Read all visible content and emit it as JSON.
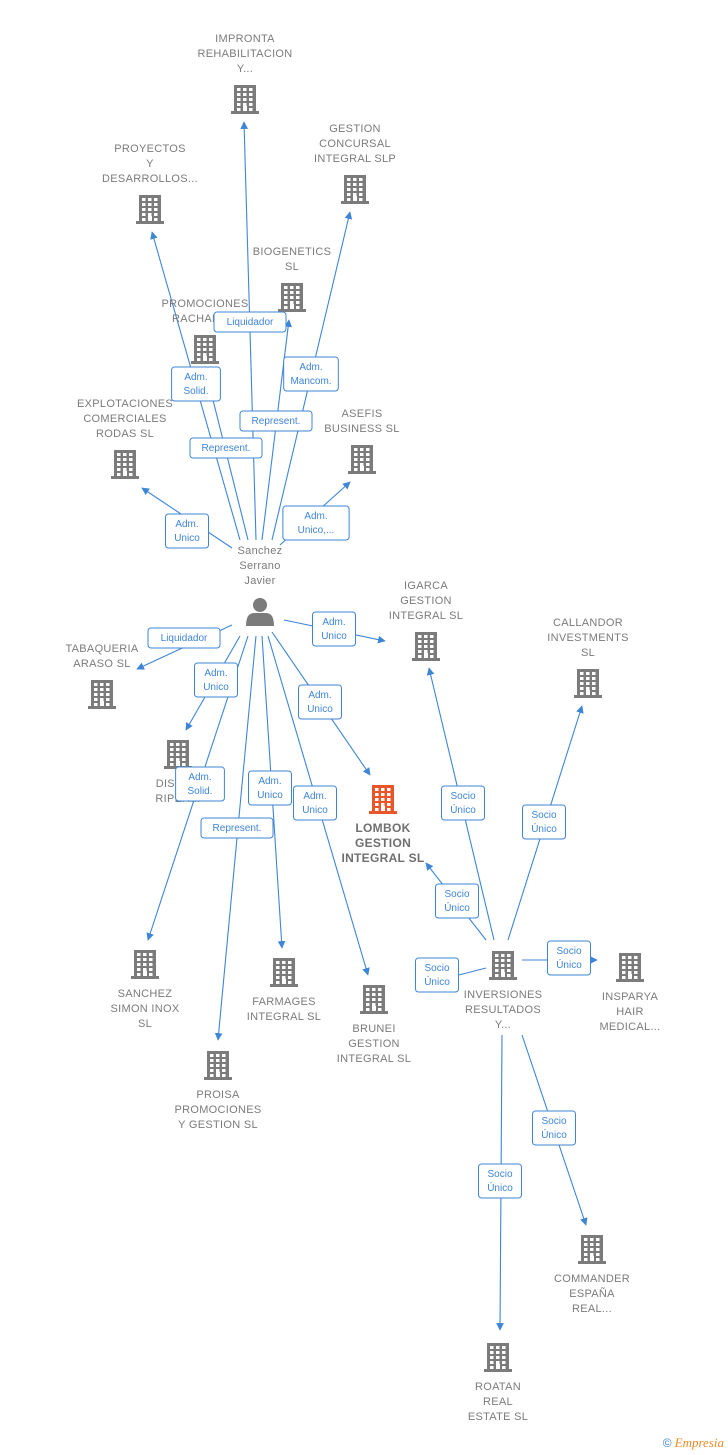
{
  "colors": {
    "edge": "#3f85d6",
    "node": "#7b7b7b",
    "highlight": "#e8562a",
    "person": "#7b7b7b"
  },
  "footer": {
    "copyright": "©",
    "brand": "Empresia"
  },
  "nodes": [
    {
      "id": "impronta",
      "kind": "company",
      "lines": [
        "IMPRONTA",
        "REHABILITACION",
        "Y..."
      ]
    },
    {
      "id": "proyectos",
      "kind": "company",
      "lines": [
        "PROYECTOS",
        "Y",
        "DESARROLLOS..."
      ]
    },
    {
      "id": "gestion-concursal",
      "kind": "company",
      "lines": [
        "GESTION",
        "CONCURSAL",
        "INTEGRAL SLP"
      ]
    },
    {
      "id": "biogenetics",
      "kind": "company",
      "lines": [
        "BIOGENETICS",
        "SL"
      ]
    },
    {
      "id": "promociones",
      "kind": "company",
      "lines": [
        "PROMOCIONES",
        "RACHADE..."
      ]
    },
    {
      "id": "explotaciones",
      "kind": "company",
      "lines": [
        "EXPLOTACIONES",
        "COMERCIALES",
        "RODAS  SL"
      ]
    },
    {
      "id": "asefis",
      "kind": "company",
      "lines": [
        "ASEFIS",
        "BUSINESS  SL"
      ]
    },
    {
      "id": "sanchez-serrano",
      "kind": "person",
      "lines": [
        "Sanchez",
        "Serrano",
        "Javier"
      ]
    },
    {
      "id": "igarca",
      "kind": "company",
      "lines": [
        "IGARCA",
        "GESTION",
        "INTEGRAL  SL"
      ]
    },
    {
      "id": "callandor",
      "kind": "company",
      "lines": [
        "CALLANDOR",
        "INVESTMENTS",
        "SL"
      ]
    },
    {
      "id": "tabaqueria",
      "kind": "company",
      "lines": [
        "TABAQUERIA",
        "ARASO  SL"
      ]
    },
    {
      "id": "distr",
      "kind": "company",
      "lines": [
        "DISTR...",
        "RIPEN..."
      ]
    },
    {
      "id": "lombok",
      "kind": "company",
      "highlight": true,
      "lines": [
        "LOMBOK",
        "GESTION",
        "INTEGRAL  SL"
      ]
    },
    {
      "id": "sanchez-simon",
      "kind": "company",
      "lines": [
        "SANCHEZ",
        "SIMON INOX",
        "SL"
      ]
    },
    {
      "id": "farmages",
      "kind": "company",
      "lines": [
        "FARMAGES",
        "INTEGRAL  SL"
      ]
    },
    {
      "id": "brunei",
      "kind": "company",
      "lines": [
        "BRUNEI",
        "GESTION",
        "INTEGRAL  SL"
      ]
    },
    {
      "id": "inversiones",
      "kind": "company",
      "lines": [
        "INVERSIONES",
        "RESULTADOS",
        "Y..."
      ]
    },
    {
      "id": "insparya",
      "kind": "company",
      "lines": [
        "INSPARYA",
        "HAIR",
        "MEDICAL..."
      ]
    },
    {
      "id": "proisa",
      "kind": "company",
      "lines": [
        "PROISA",
        "PROMOCIONES",
        "Y GESTION  SL"
      ]
    },
    {
      "id": "commander",
      "kind": "company",
      "lines": [
        "COMMANDER",
        "ESPAÑA",
        "REAL..."
      ]
    },
    {
      "id": "roatan",
      "kind": "company",
      "lines": [
        "ROATAN",
        "REAL",
        "ESTATE  SL"
      ]
    }
  ],
  "edges": [
    {
      "from": "sanchez-serrano",
      "to": "impronta",
      "label": [
        "Liquidador"
      ]
    },
    {
      "from": "sanchez-serrano",
      "to": "proyectos",
      "label": [
        "Adm.",
        "Solid."
      ]
    },
    {
      "from": "sanchez-serrano",
      "to": "gestion-concursal",
      "label": [
        "Adm.",
        "Mancom."
      ]
    },
    {
      "from": "sanchez-serrano",
      "to": "biogenetics",
      "label": [
        "Represent."
      ]
    },
    {
      "from": "sanchez-serrano",
      "to": "promociones",
      "label": [
        "Represent."
      ]
    },
    {
      "from": "sanchez-serrano",
      "to": "explotaciones",
      "label": [
        "Adm.",
        "Unico"
      ]
    },
    {
      "from": "sanchez-serrano",
      "to": "asefis",
      "label": [
        "Adm.",
        "Unico,..."
      ]
    },
    {
      "from": "sanchez-serrano",
      "to": "igarca",
      "label": [
        "Adm.",
        "Unico"
      ]
    },
    {
      "from": "sanchez-serrano",
      "to": "tabaqueria",
      "label": [
        "Liquidador"
      ]
    },
    {
      "from": "sanchez-serrano",
      "to": "distr",
      "label": [
        "Adm.",
        "Unico"
      ]
    },
    {
      "from": "sanchez-serrano",
      "to": "lombok",
      "label": [
        "Adm.",
        "Unico"
      ]
    },
    {
      "from": "sanchez-serrano",
      "to": "sanchez-simon",
      "label": [
        "Adm.",
        "Solid."
      ]
    },
    {
      "from": "sanchez-serrano",
      "to": "farmages",
      "label": [
        "Adm.",
        "Unico"
      ]
    },
    {
      "from": "sanchez-serrano",
      "to": "brunei",
      "label": [
        "Adm.",
        "Unico"
      ]
    },
    {
      "from": "sanchez-serrano",
      "to": "proisa",
      "label": [
        "Represent."
      ]
    },
    {
      "from": "inversiones",
      "to": "igarca",
      "label": [
        "Socio",
        "Único"
      ]
    },
    {
      "from": "inversiones",
      "to": "callandor",
      "label": [
        "Socio",
        "Único"
      ]
    },
    {
      "from": "inversiones",
      "to": "lombok",
      "label": [
        "Socio",
        "Único"
      ]
    },
    {
      "from": "inversiones",
      "to": "brunei",
      "label": [
        "Socio",
        "Único"
      ]
    },
    {
      "from": "inversiones",
      "to": "insparya",
      "label": [
        "Socio",
        "Único"
      ]
    },
    {
      "from": "inversiones",
      "to": "commander",
      "label": [
        "Socio",
        "Único"
      ]
    },
    {
      "from": "inversiones",
      "to": "roatan",
      "label": [
        "Socio",
        "Único"
      ]
    }
  ]
}
